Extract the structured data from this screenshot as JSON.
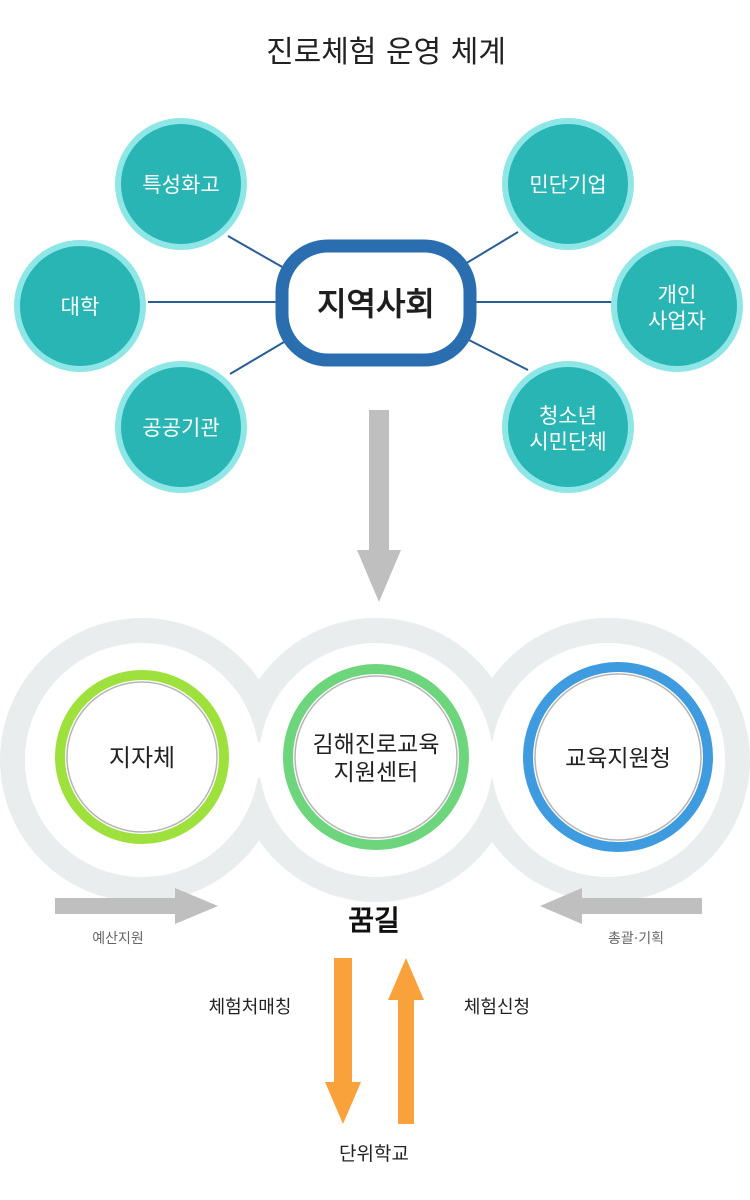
{
  "title": "진로체험 운영 체계",
  "hub": {
    "label": "지역사회",
    "partners": [
      {
        "lines": [
          "특성화고"
        ]
      },
      {
        "lines": [
          "대학"
        ]
      },
      {
        "lines": [
          "공공기관"
        ]
      },
      {
        "lines": [
          "민단기업"
        ]
      },
      {
        "lines": [
          "개인",
          "사업자"
        ]
      },
      {
        "lines": [
          "청소년",
          "시민단체"
        ]
      }
    ]
  },
  "core": [
    {
      "lines": [
        "지자체"
      ]
    },
    {
      "lines": [
        "김해진로교육",
        "지원센터"
      ]
    },
    {
      "lines": [
        "교육지원청"
      ]
    }
  ],
  "flows": {
    "left_arrow_label": "예산지원",
    "right_arrow_label": "총괄·기획",
    "platform": "꿈길",
    "down_label": "체험처매칭",
    "up_label": "체험신청",
    "school": "단위학교"
  },
  "colors": {
    "teal_fill": "#2ab5b5",
    "teal_ring": "#8ee6e6",
    "hub_border": "#2a6eb0",
    "connector": "#2a5f95",
    "gray_arrow": "#bfbfbf",
    "track": "#eaeded",
    "lime_ring": "#9ee03c",
    "green_ring": "#6dd67d",
    "blue_ring": "#3e9be0",
    "orange_arrow": "#f9a23b"
  }
}
